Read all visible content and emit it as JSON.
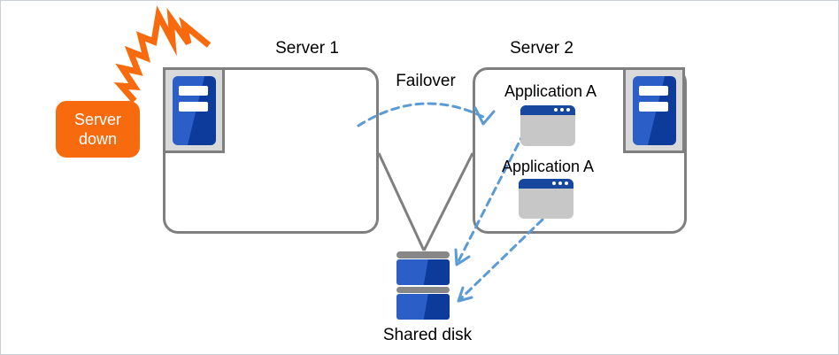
{
  "diagram": {
    "server1_label": "Server 1",
    "server2_label": "Server 2",
    "failover_label": "Failover",
    "server_down_label": "Server down",
    "applications": [
      {
        "label": "Application A"
      },
      {
        "label": "Application A"
      }
    ],
    "shared_disk_label": "Shared disk"
  },
  "icons": {
    "crash": "crash-bolt-icon",
    "server": "server-icon",
    "application_window": "app-window-icon",
    "shared_disk": "shared-disk-icon",
    "failover_arrow": "failover-dashed-arrow",
    "disk_access_arrow": "disk-access-dashed-arrow"
  },
  "colors": {
    "accent_orange": "#F76B0E",
    "connector_gray": "#7F7F7F",
    "arrow_blue": "#5B9BD5",
    "server_blue_light": "#2B5FC7",
    "server_blue_dark": "#0C3B9C",
    "window_titlebar_blue": "#17479E",
    "icon_bg_gray": "#D9D9D9",
    "window_body_gray": "#C7C7C7",
    "disk_bar_gray": "#878787",
    "canvas_border_gray": "#C9CED4"
  }
}
